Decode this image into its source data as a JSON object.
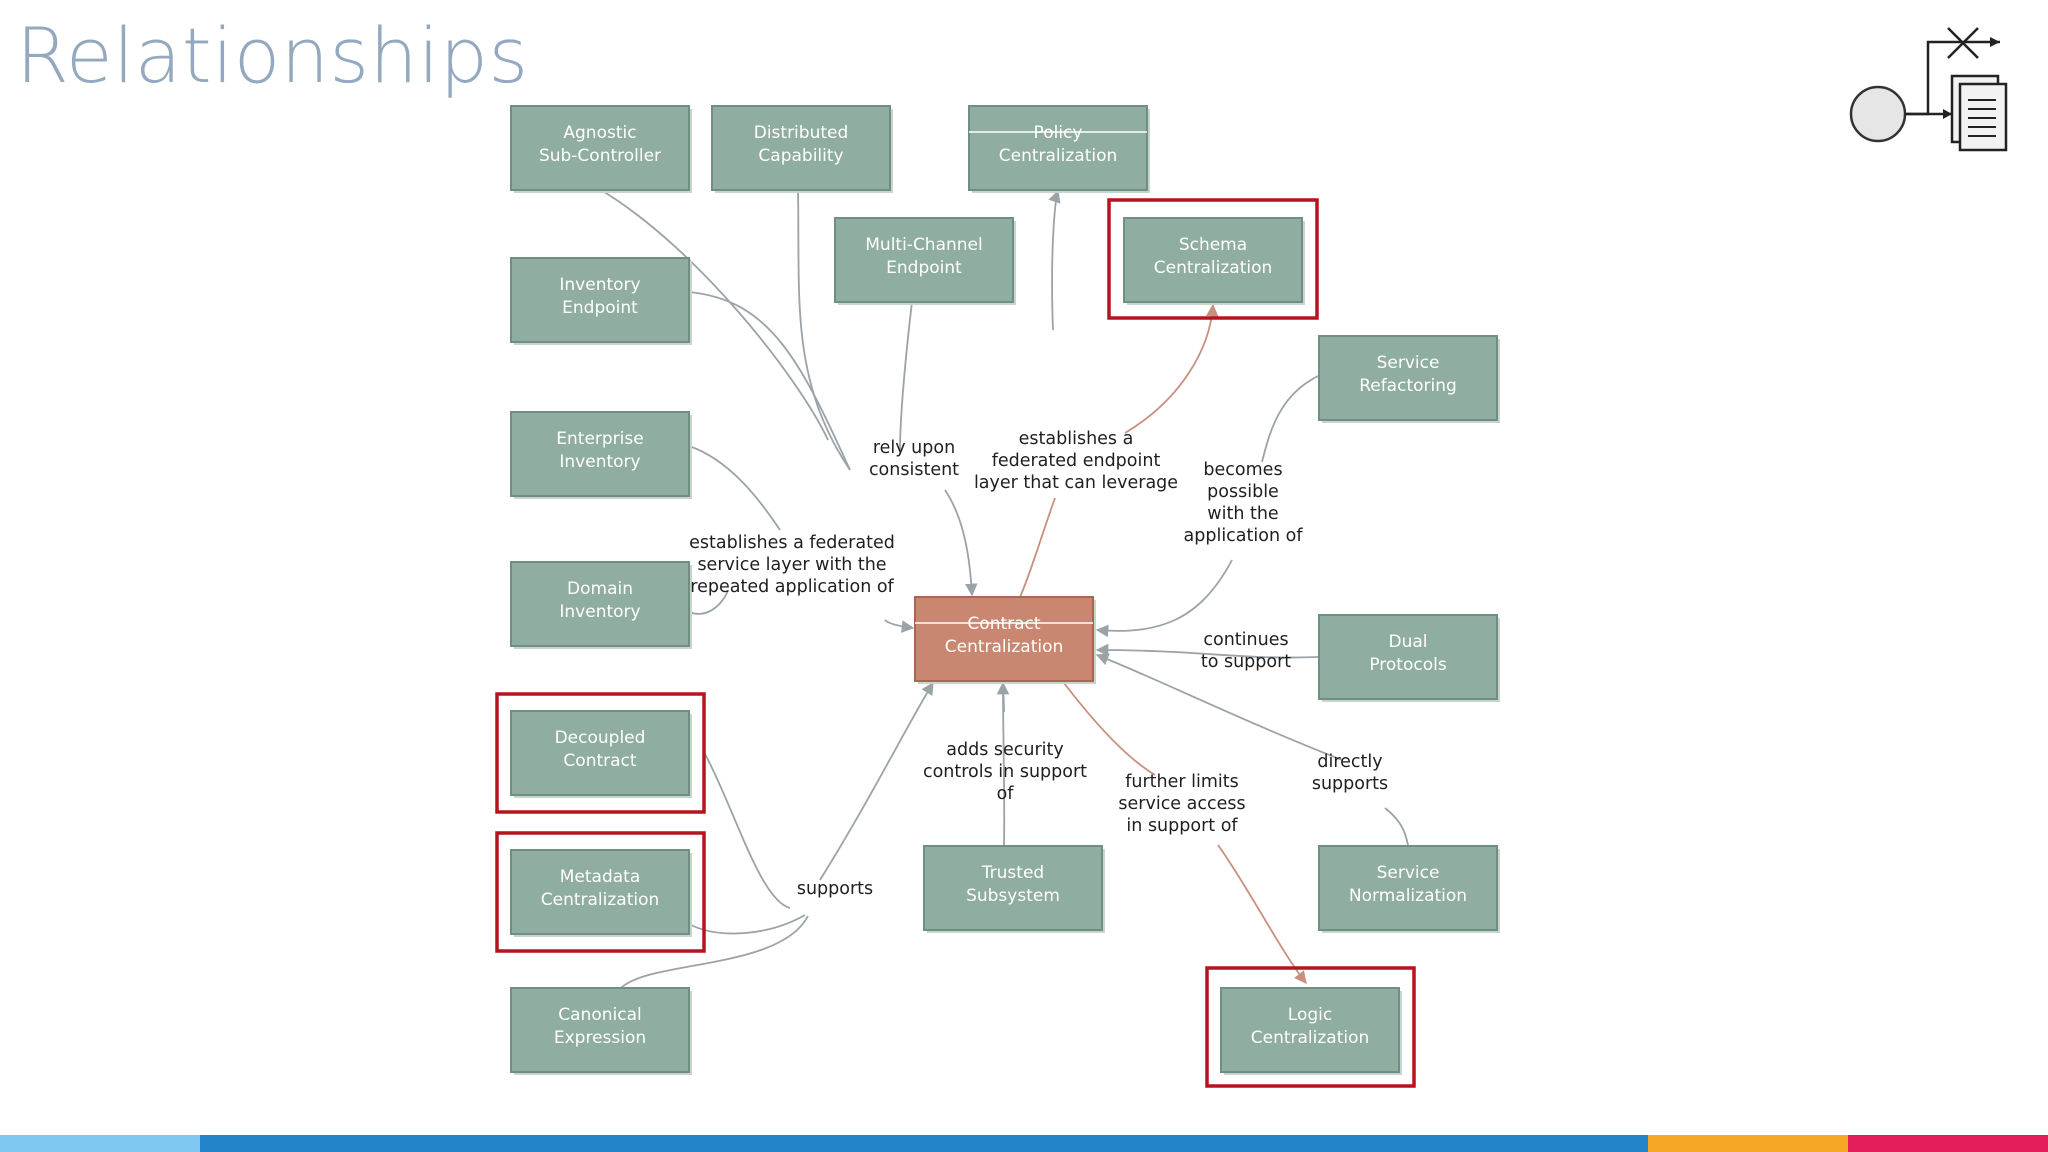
{
  "slide": {
    "title": "Relationships"
  },
  "colors": {
    "title": "#94a9bf",
    "node_fill": "#8fada0",
    "node_stroke": "#6f8f80",
    "center_fill": "#c98670",
    "center_stroke": "#a96650",
    "highlight": "#b5141e",
    "edge": "#9aa3a8",
    "edge_accent": "#c98f7d"
  },
  "diagram": {
    "nodes": [
      {
        "id": "agnostic-sub-controller",
        "lines": [
          "Agnostic",
          "Sub-Controller"
        ]
      },
      {
        "id": "distributed-capability",
        "lines": [
          "Distributed",
          "Capability"
        ]
      },
      {
        "id": "policy-centralization",
        "lines": [
          "Policy",
          "Centralization"
        ],
        "strike": true
      },
      {
        "id": "multi-channel-endpoint",
        "lines": [
          "Multi-Channel",
          "Endpoint"
        ]
      },
      {
        "id": "schema-centralization",
        "lines": [
          "Schema",
          "Centralization"
        ],
        "highlight": true
      },
      {
        "id": "inventory-endpoint",
        "lines": [
          "Inventory",
          "Endpoint"
        ]
      },
      {
        "id": "service-refactoring",
        "lines": [
          "Service",
          "Refactoring"
        ]
      },
      {
        "id": "enterprise-inventory",
        "lines": [
          "Enterprise",
          "Inventory"
        ]
      },
      {
        "id": "domain-inventory",
        "lines": [
          "Domain",
          "Inventory"
        ]
      },
      {
        "id": "contract-centralization",
        "lines": [
          "Contract",
          "Centralization"
        ],
        "center": true,
        "strike": true
      },
      {
        "id": "dual-protocols",
        "lines": [
          "Dual",
          "Protocols"
        ]
      },
      {
        "id": "decoupled-contract",
        "lines": [
          "Decoupled",
          "Contract"
        ],
        "highlight": true
      },
      {
        "id": "metadata-centralization",
        "lines": [
          "Metadata",
          "Centralization"
        ],
        "highlight": true
      },
      {
        "id": "trusted-subsystem",
        "lines": [
          "Trusted",
          "Subsystem"
        ]
      },
      {
        "id": "service-normalization",
        "lines": [
          "Service",
          "Normalization"
        ]
      },
      {
        "id": "canonical-expression",
        "lines": [
          "Canonical",
          "Expression"
        ]
      },
      {
        "id": "logic-centralization",
        "lines": [
          "Logic",
          "Centralization"
        ],
        "highlight": true
      }
    ],
    "edge_labels": [
      {
        "id": "rely-upon-consistent",
        "lines": [
          "rely upon",
          "consistent"
        ]
      },
      {
        "id": "establishes-federated-endpoint-layer",
        "lines": [
          "establishes a",
          "federated endpoint",
          "layer that can leverage"
        ]
      },
      {
        "id": "becomes-possible",
        "lines": [
          "becomes",
          "possible",
          "with the",
          "application of"
        ]
      },
      {
        "id": "establishes-federated-service-layer",
        "lines": [
          "establishes a federated",
          "service layer with the",
          "repeated application of"
        ]
      },
      {
        "id": "continues-to-support",
        "lines": [
          "continues",
          "to support"
        ]
      },
      {
        "id": "adds-security-controls",
        "lines": [
          "adds security",
          "controls in support",
          "of"
        ]
      },
      {
        "id": "further-limits-service-access",
        "lines": [
          "further limits",
          "service access",
          "in support of"
        ]
      },
      {
        "id": "directly-supports",
        "lines": [
          "directly",
          "supports"
        ]
      },
      {
        "id": "supports",
        "lines": [
          "supports"
        ]
      }
    ]
  },
  "footer_bar": [
    "#7ec8f2",
    "#2383c8",
    "#f5a623",
    "#e41e5a"
  ]
}
